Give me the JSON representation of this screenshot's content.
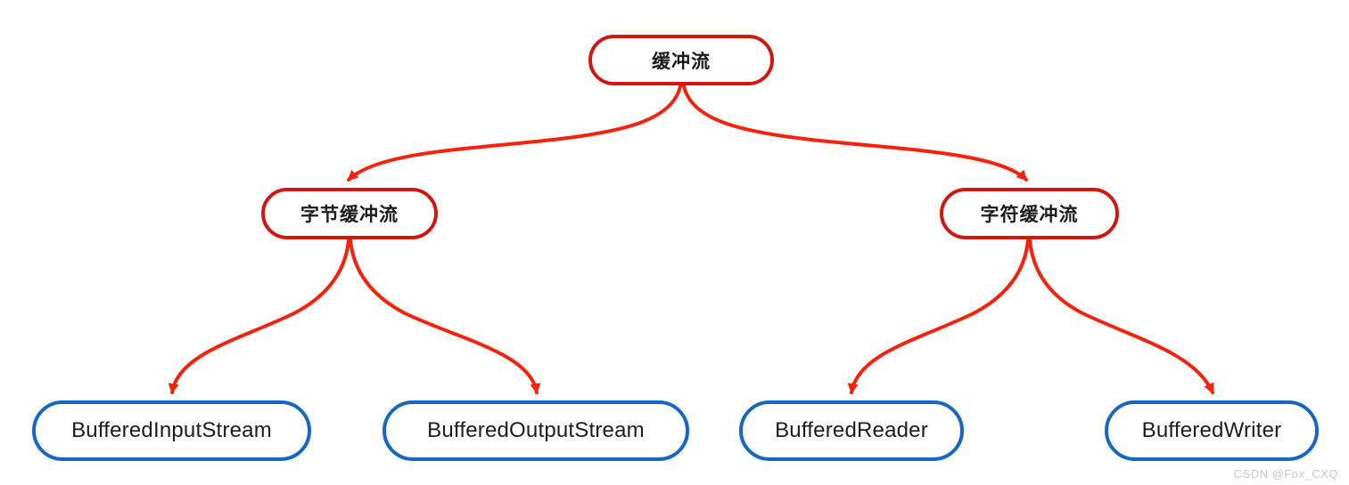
{
  "diagram": {
    "title_hint": "Java buffered stream class hierarchy",
    "nodes": [
      {
        "id": "root",
        "label": "缓冲流",
        "level": 1,
        "style": "red"
      },
      {
        "id": "byte",
        "label": "字节缓冲流",
        "level": 2,
        "style": "red"
      },
      {
        "id": "char",
        "label": "字符缓冲流",
        "level": 2,
        "style": "red"
      },
      {
        "id": "bis",
        "label": "BufferedInputStream",
        "level": 3,
        "style": "blue"
      },
      {
        "id": "bos",
        "label": "BufferedOutputStream",
        "level": 3,
        "style": "blue"
      },
      {
        "id": "br",
        "label": "BufferedReader",
        "level": 3,
        "style": "blue"
      },
      {
        "id": "bw",
        "label": "BufferedWriter",
        "level": 3,
        "style": "blue"
      }
    ],
    "edges": [
      {
        "from": "缓冲流",
        "to": "字节缓冲流"
      },
      {
        "from": "缓冲流",
        "to": "字符缓冲流"
      },
      {
        "from": "字节缓冲流",
        "to": "BufferedInputStream"
      },
      {
        "from": "字节缓冲流",
        "to": "BufferedOutputStream"
      },
      {
        "from": "字符缓冲流",
        "to": "BufferedReader"
      },
      {
        "from": "字符缓冲流",
        "to": "BufferedWriter"
      }
    ]
  },
  "colors": {
    "red_border": "#ce1912",
    "arrow_red": "#f5220d",
    "blue_border": "#1667c4",
    "text": "#1c1c1c",
    "watermark": "#c3c7cc",
    "background": "#ffffff"
  },
  "watermark": "CSDN @Fox_CXQ"
}
